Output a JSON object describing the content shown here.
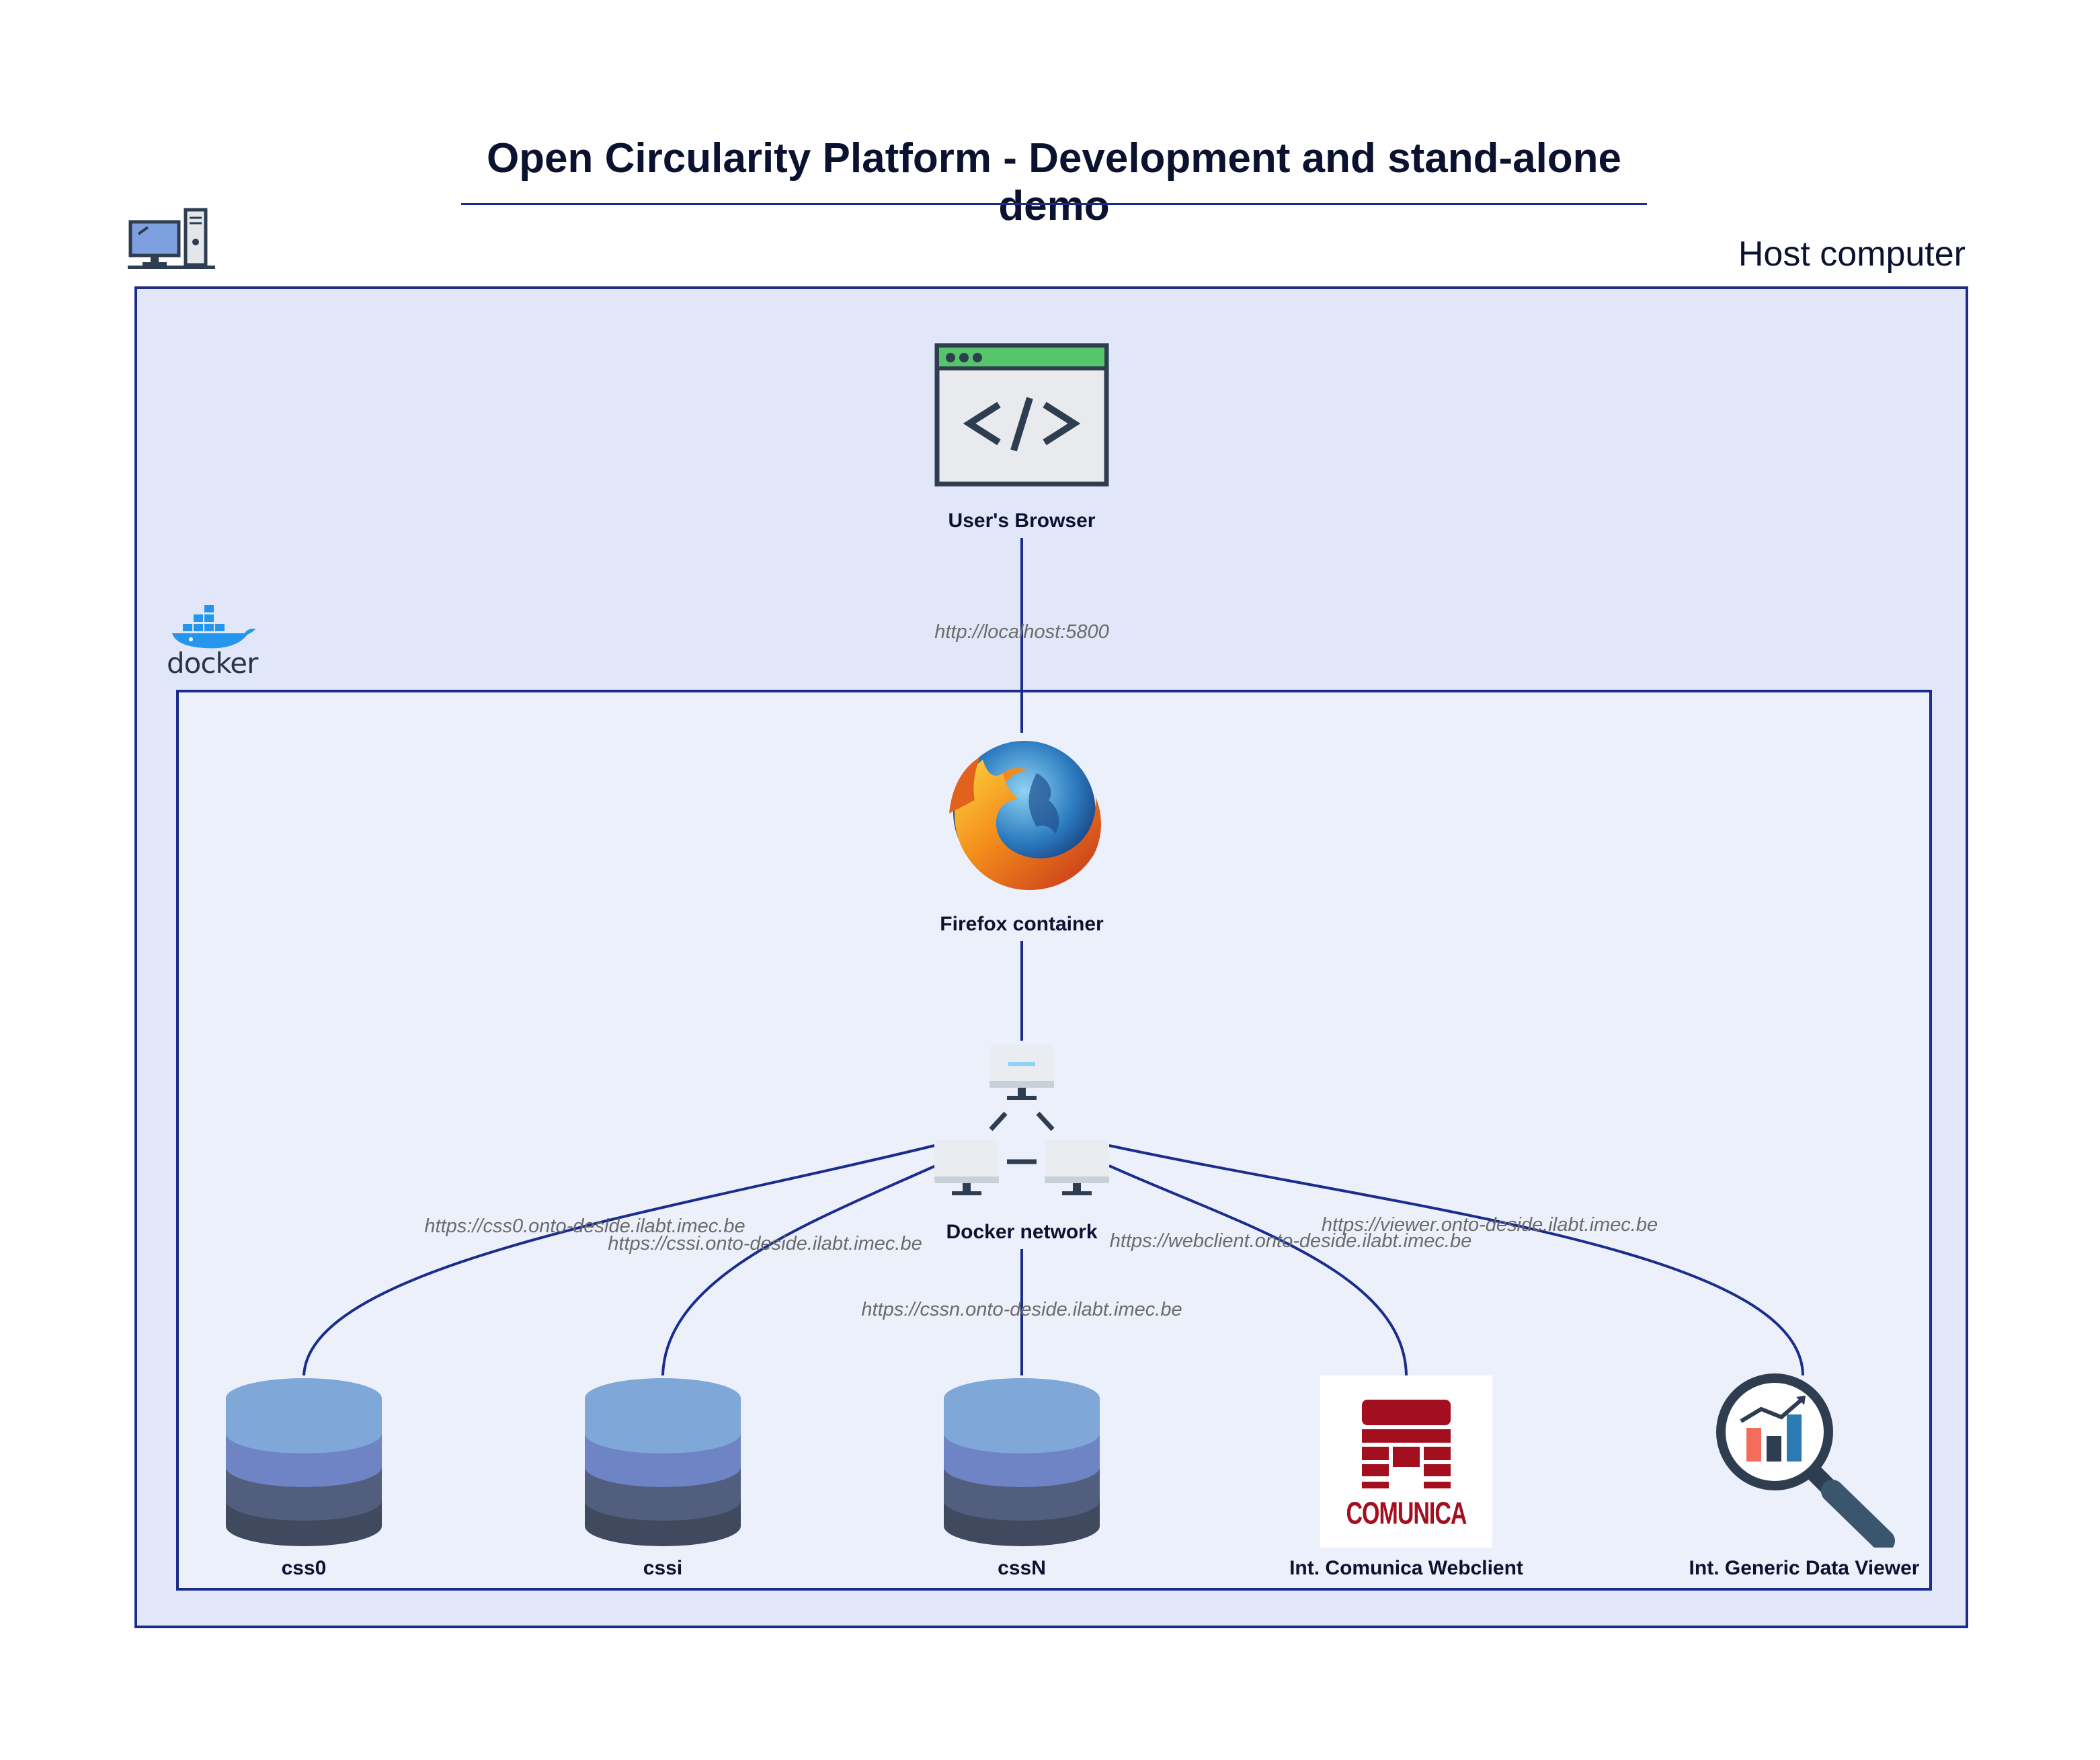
{
  "title": "Open Circularity Platform - Development and stand-alone demo",
  "host": {
    "label": "Host computer"
  },
  "docker": {
    "logo_text": "docker"
  },
  "nodes": {
    "browser": {
      "label": "User's Browser",
      "icon": "code-window-icon"
    },
    "firefox": {
      "label": "Firefox container",
      "icon": "firefox-icon"
    },
    "network": {
      "label": "Docker network",
      "icon": "network-icon"
    },
    "css0": {
      "label": "css0",
      "icon": "database-icon"
    },
    "cssi": {
      "label": "cssi",
      "icon": "database-icon"
    },
    "cssn": {
      "label": "cssN",
      "icon": "database-icon"
    },
    "comunica": {
      "label": "Int. Comunica Webclient",
      "icon": "comunica-logo",
      "logo_text": "COMUNICA"
    },
    "viewer": {
      "label": "Int. Generic Data Viewer",
      "icon": "magnifier-chart-icon"
    }
  },
  "edges": {
    "browser_firefox": "http://localhost:5800",
    "css0": "https://css0.onto-deside.ilabt.imec.be",
    "cssi": "https://cssi.onto-deside.ilabt.imec.be",
    "cssn": "https://cssn.onto-deside.ilabt.imec.be",
    "webclient": "https://webclient.onto-deside.ilabt.imec.be",
    "viewer": "https://viewer.onto-deside.ilabt.imec.be"
  },
  "colors": {
    "line": "#1a2c8c",
    "host_fill": "#e1e7f8",
    "docker_fill": "#ecf0fb",
    "comunica_red": "#a30f1e"
  }
}
